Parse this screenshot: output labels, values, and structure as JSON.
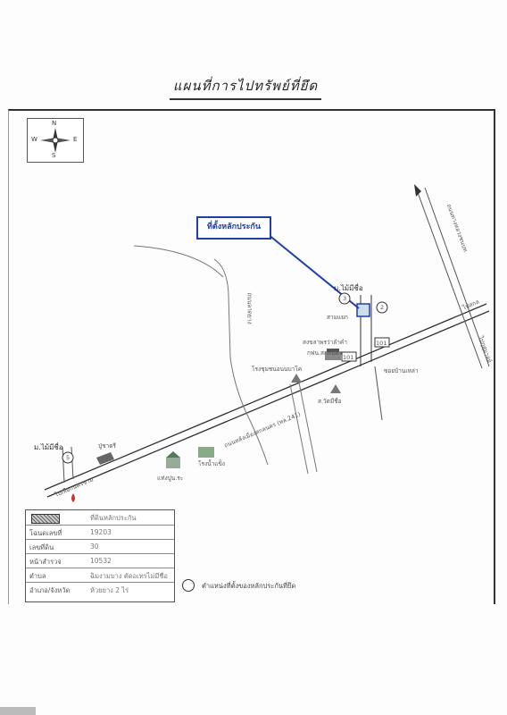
{
  "map": {
    "title": "แผนที่การไปทรัพย์ที่ยึด",
    "callout": "ที่ตั้งหลักประกัน",
    "compass": {
      "north": "N",
      "south": "S",
      "west": "W",
      "east": "E"
    },
    "places": {
      "village_top": "ม.ไม้มีชื่อ",
      "shop_a": "สงขลาพรว่าลำคำ",
      "shop_b": "กฟน.สกลนคร",
      "school": "โรงชุมชนอนนบาโค",
      "temple": "ส.วัดมีชื่อ",
      "village_left": "ม.ไม้มีชื่อ",
      "gas_station": "ปู่ชาตรี",
      "factory": "โรงน้ำแข็ง",
      "market": "แท่งปูน.ระ",
      "road_main": "ถนนหลังเมืองสกลนคร (ทล.241)",
      "road_right": "ไปสกล",
      "road_left": "ไปเลือกนครชาม",
      "road_vertical": "ถนนลาดยาง",
      "road_diagonal": "ถนนทางหลวงชนบท",
      "road_diag_end": "ไปกุสุมาลย์",
      "lane": "ซอยบ้านเหล่า",
      "crossroad": "สามแยก"
    },
    "markers": {
      "box_a": "101",
      "box_b": "101",
      "km_a": "3",
      "km_b": "2",
      "km_c": "5"
    }
  },
  "legend": {
    "header": "ที่ดินหลักประกัน",
    "rows": [
      {
        "key": "โฉนดเลขที่",
        "value": "19203"
      },
      {
        "key": "เลขที่ดิน",
        "value": "30"
      },
      {
        "key": "หน้าสำรวจ",
        "value": "10532"
      },
      {
        "key": "ตำบล",
        "value": "ฉิมงามบาง ตัดอเทรไม่มีชื่อ"
      },
      {
        "key": "อำเภอ/จังหวัด",
        "value": "ห้วยยาง 2 ไร่"
      }
    ]
  },
  "note": "ตำแหน่งที่ตั้งของหลักประกันที่ยึด"
}
